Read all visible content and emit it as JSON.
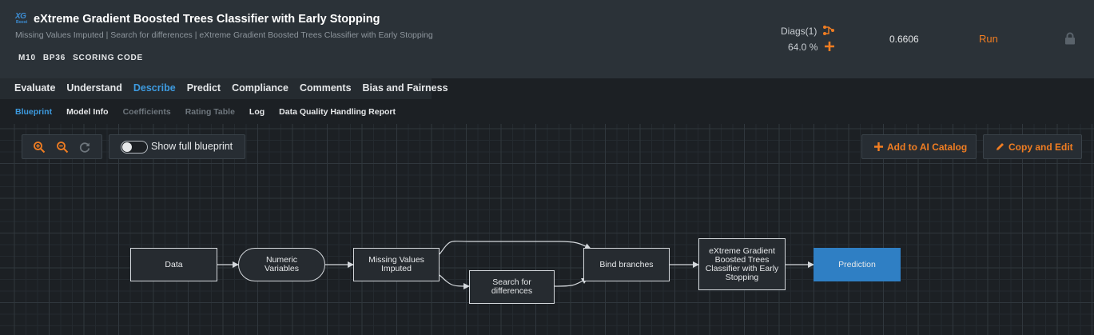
{
  "header": {
    "logo": {
      "text": "XG",
      "sub": "Boost"
    },
    "title": "eXtreme Gradient Boosted Trees Classifier with Early Stopping",
    "subtitle": "Missing Values Imputed | Search for differences | eXtreme Gradient Boosted Trees Classifier with Early Stopping",
    "tags": [
      "M10",
      "BP36",
      "SCORING CODE"
    ],
    "diags_label": "Diags(1)",
    "sample_pct": "64.0 %",
    "score": "0.6606",
    "run_label": "Run",
    "icons": [
      "diagnostics-icon",
      "plus-icon",
      "lock-icon"
    ],
    "colors": {
      "accent": "#f07d22",
      "brand_blue": "#3d9be0"
    }
  },
  "tabs": {
    "items": [
      "Evaluate",
      "Understand",
      "Describe",
      "Predict",
      "Compliance",
      "Comments",
      "Bias and Fairness"
    ],
    "active": "Describe"
  },
  "subtabs": {
    "items": [
      "Blueprint",
      "Model Info",
      "Coefficients",
      "Rating Table",
      "Log",
      "Data Quality Handling Report"
    ],
    "active": "Blueprint",
    "disabled": [
      "Coefficients",
      "Rating Table"
    ]
  },
  "toolbar": {
    "toggle_label": "Show full blueprint",
    "toggle_on": false,
    "add_catalog_label": "Add to AI Catalog",
    "copy_edit_label": "Copy and Edit",
    "icons": [
      "zoom-in-icon",
      "zoom-out-icon",
      "refresh-icon"
    ]
  },
  "blueprint": {
    "nodes": [
      {
        "id": "data",
        "label": "Data"
      },
      {
        "id": "numeric",
        "label": "Numeric Variables"
      },
      {
        "id": "impute",
        "label": "Missing Values Imputed"
      },
      {
        "id": "search",
        "label": "Search for differences"
      },
      {
        "id": "bind",
        "label": "Bind branches"
      },
      {
        "id": "xgb",
        "label": "eXtreme Gradient Boosted Trees Classifier with Early Stopping"
      },
      {
        "id": "pred",
        "label": "Prediction"
      }
    ],
    "edges": [
      [
        "data",
        "numeric"
      ],
      [
        "numeric",
        "impute"
      ],
      [
        "impute",
        "bind"
      ],
      [
        "impute",
        "search"
      ],
      [
        "search",
        "bind"
      ],
      [
        "bind",
        "xgb"
      ],
      [
        "xgb",
        "pred"
      ]
    ],
    "prediction_color": "#2f7fc4"
  }
}
